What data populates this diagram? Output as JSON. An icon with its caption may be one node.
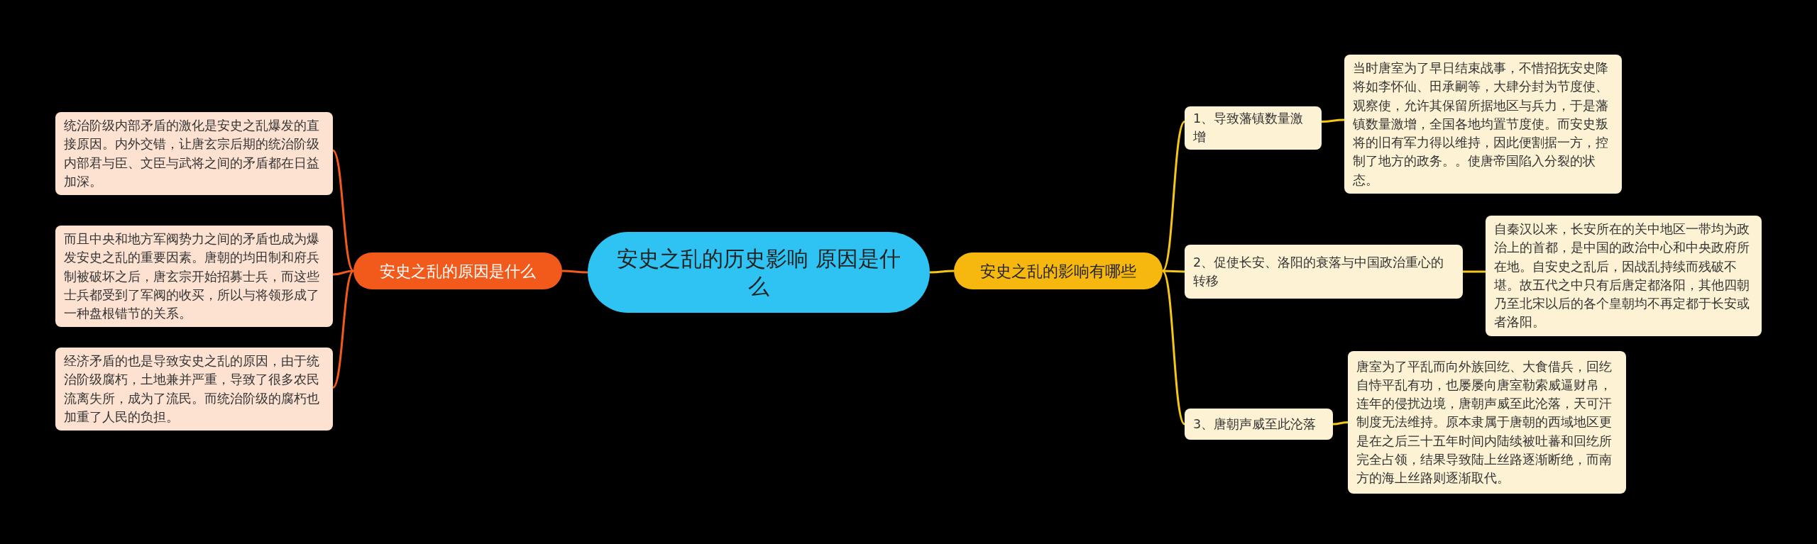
{
  "diagram": {
    "nodes": [
      {
        "text": [
          "安史之乱的历史影响 原因是什么"
        ]
      },
      {
        "text": [
          "安史之乱的原因是什么"
        ]
      },
      {
        "text": [
          "统治阶级内部矛盾的激化是安史之乱爆发的直接原因。内外交错，让唐玄宗后期的统治阶级内部君与臣、文臣与武将之间的矛盾都在日益加深。"
        ]
      },
      {
        "text": [
          "而且中央和地方军阀势力之间的矛盾也成为爆发安史之乱的重要因素。唐朝的均田制和府兵制被破坏之后，唐玄宗开始招募士兵，而这些士兵都受到了军阀的收买，所以与将领形成了一种盘根错节的关系。"
        ]
      },
      {
        "text": [
          "经济矛盾的也是导致安史之乱的原因，由于统治阶级腐朽，土地兼并严重，导致了很多农民流离失所，成为了流民。而统治阶级的腐朽也加重了人民的负担。"
        ]
      },
      {
        "text": [
          "安史之乱的影响有哪些"
        ]
      },
      {
        "text": [
          "1、导致藩镇数量激增"
        ]
      },
      {
        "text": [
          "当时唐室为了早日结束战事，不惜招抚安史降将如李怀仙、田承嗣等，大肆分封为节度使、观察使，允许其保留所据地区与兵力，于是藩镇数量激增，全国各地均置节度使。而安史叛将的旧有军力得以维持，因此便割据一方，控制了地方的政务。。使唐帝国陷入分裂的状态。"
        ]
      },
      {
        "text": [
          "2、促使长安、洛阳的衰落与中国政治重心的转移"
        ]
      },
      {
        "text": [
          "自秦汉以来，长安所在的关中地区一带均为政治上的首都，是中国的政治中心和中央政府所在地。自安史之乱后，因战乱持续而残破不堪。故五代之中只有后唐定都洛阳，其他四朝乃至北宋以后的各个皇朝均不再定都于长安或者洛阳。"
        ]
      },
      {
        "text": [
          "3、唐朝声威至此沦落"
        ]
      },
      {
        "text": [
          "唐室为了平乱而向外族回纥、大食借兵，回纥自恃平乱有功，也屡屡向唐室勒索威逼财帛，连年的侵扰边境，唐朝声威至此沦落，天可汗制度无法维持。原本隶属于唐朝的西域地区更是在之后三十五年时间内陆续被吐蕃和回纥所完全占领，结果导致陆上丝路逐渐断绝，而南方的海上丝路则逐渐取代。"
        ]
      }
    ],
    "edges": [
      {
        "from": 0,
        "to": 1,
        "arrow": "none",
        "color": "#f25a1c"
      },
      {
        "from": 1,
        "to": 2,
        "arrow": "none",
        "color": "#f25a1c"
      },
      {
        "from": 1,
        "to": 3,
        "arrow": "none",
        "color": "#f25a1c"
      },
      {
        "from": 1,
        "to": 4,
        "arrow": "none",
        "color": "#f25a1c"
      },
      {
        "from": 0,
        "to": 5,
        "arrow": "none"
      },
      {
        "from": 5,
        "to": 6,
        "arrow": "none"
      },
      {
        "from": 5,
        "to": 8,
        "arrow": "none"
      },
      {
        "from": 5,
        "to": 10,
        "arrow": "none"
      },
      {
        "from": 6,
        "to": 7,
        "arrow": "none"
      },
      {
        "from": 8,
        "to": 9,
        "arrow": "none"
      },
      {
        "from": 10,
        "to": 11,
        "arrow": "none"
      }
    ]
  }
}
